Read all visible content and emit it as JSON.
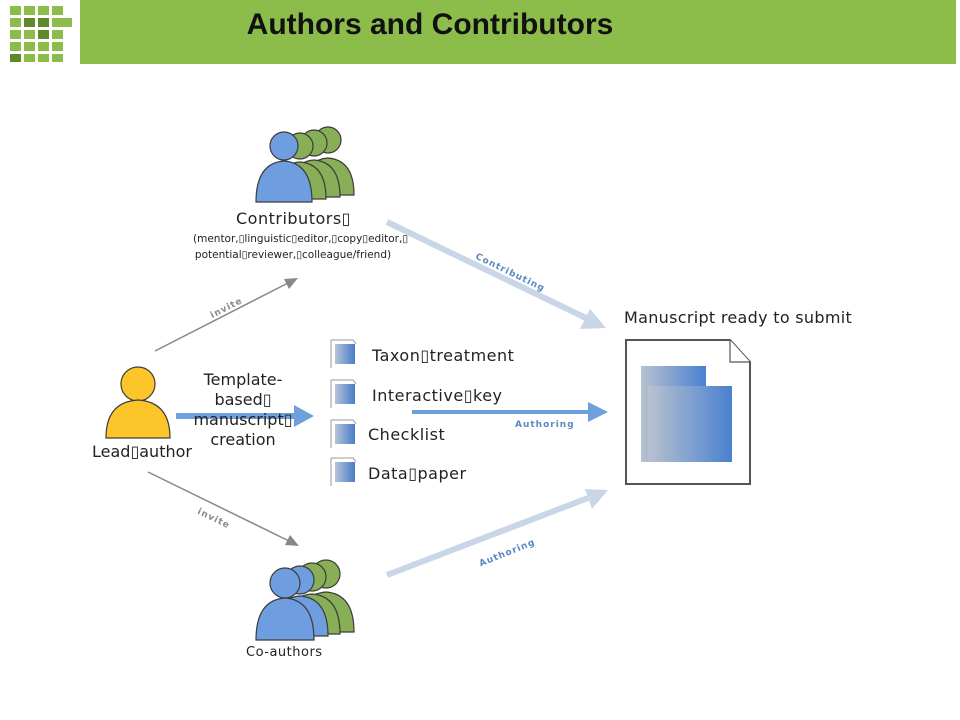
{
  "title": "Authors and Contributors",
  "nodes": {
    "contributors": {
      "label": "Contributors▯",
      "sublabel": "(mentor,▯linguistic▯editor,▯copy▯editor,▯ potential▯reviewer,▯colleague/friend)"
    },
    "lead_author": {
      "label": "Lead▯author"
    },
    "co_authors": {
      "label": "Co-authors"
    },
    "template": {
      "label": "Template-based▯ manuscript▯ creation"
    },
    "manuscript": {
      "label": "Manuscript ready to submit"
    }
  },
  "documents": [
    {
      "label": "Taxon▯treatment"
    },
    {
      "label": "Interactive▯key"
    },
    {
      "label": "Checklist"
    },
    {
      "label": "Data▯paper"
    }
  ],
  "arrows": {
    "invite_top": "invite",
    "invite_bottom": "invite",
    "contributing": "Contributing",
    "authoring_mid": "Authoring",
    "authoring_bottom": "Authoring"
  },
  "colors": {
    "header_green": "#8cbc4a",
    "person_blue": "#6e9de0",
    "person_green": "#88ae57",
    "person_yellow": "#fcc52a",
    "arrow_light": "#c8d6e8",
    "arrow_blue": "#6fa0dc",
    "arrow_gray": "#888888",
    "label_blue": "#5b87c4"
  }
}
